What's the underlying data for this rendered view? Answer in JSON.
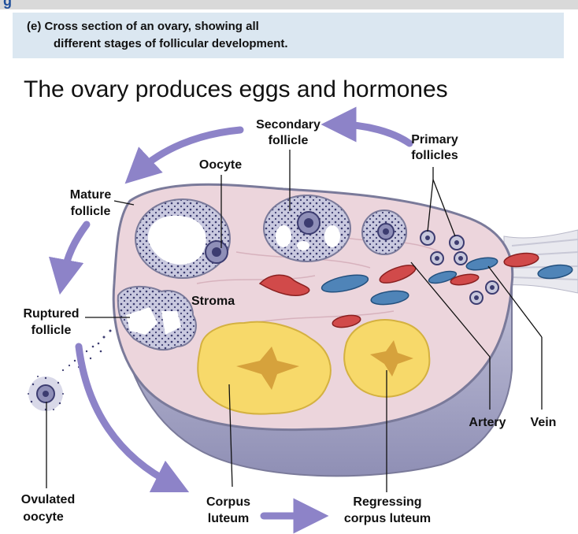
{
  "header": {
    "partial_title": "g"
  },
  "caption": {
    "line1": "(e) Cross section of an ovary, showing all",
    "line2": "different stages of follicular development."
  },
  "slide_title": "The ovary produces eggs and hormones",
  "labels": {
    "secondary_follicle": [
      "Secondary",
      "follicle"
    ],
    "primary_follicles": [
      "Primary",
      "follicles"
    ],
    "oocyte": "Oocyte",
    "mature_follicle": [
      "Mature",
      "follicle"
    ],
    "stroma": "Stroma",
    "ruptured_follicle": [
      "Ruptured",
      "follicle"
    ],
    "artery": "Artery",
    "vein": "Vein",
    "ovulated_oocyte": [
      "Ovulated",
      "oocyte"
    ],
    "corpus_luteum": [
      "Corpus",
      "luteum"
    ],
    "regressing_corpus_luteum": [
      "Regressing",
      "corpus luteum"
    ]
  },
  "colors": {
    "ovary_tissue": "#ecd5dc",
    "ovary_outline": "#7a7a9a",
    "ovary_underside": "#b0b0cc",
    "follicle_granulosa": "#c8c8dc",
    "corpus_luteum": "#f7d96a",
    "artery": "#d14a4a",
    "vein": "#4f84b8",
    "cycle_arrow": "#8d83c8"
  }
}
